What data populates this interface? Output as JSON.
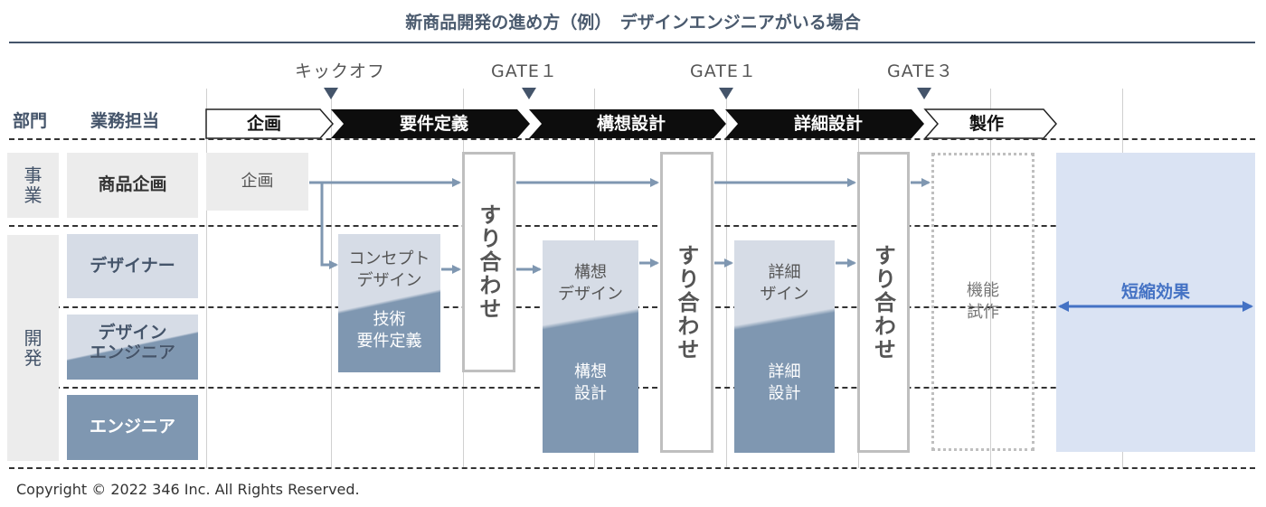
{
  "title": "新商品開発の進め方（例）　デザインエンジニアがいる場合",
  "milestones": [
    "キックオフ",
    "GATE１",
    "GATE１",
    "GATE３"
  ],
  "headers": {
    "dept": "部門",
    "duty": "業務担当"
  },
  "phases": [
    "企画",
    "要件定義",
    "構想設計",
    "詳細設計",
    "製作"
  ],
  "departments": {
    "business": "事\n業",
    "development": "開\n発"
  },
  "roles": [
    "商品企画",
    "デザイナー",
    "デザイン\nエンジニア",
    "エンジニア"
  ],
  "activities": {
    "planning": "企画",
    "concept_top": "コンセプト\nデザイン",
    "concept_bottom": "技術\n要件定義",
    "idea_top": "構想\nデザイン",
    "idea_bottom": "構想\n設計",
    "detail_top": "詳細\nザイン",
    "detail_bottom": "詳細\n設計",
    "prototype": "機能\n試作",
    "sync": "すり合わせ",
    "effect": "短縮効果"
  },
  "colors": {
    "arrow": "#7f97b1",
    "effect": "#4472c4",
    "header": "#44546a",
    "effect_bg": "#dae3f3"
  },
  "copyright": "Copyright © 2022 346 Inc. All Rights Reserved."
}
